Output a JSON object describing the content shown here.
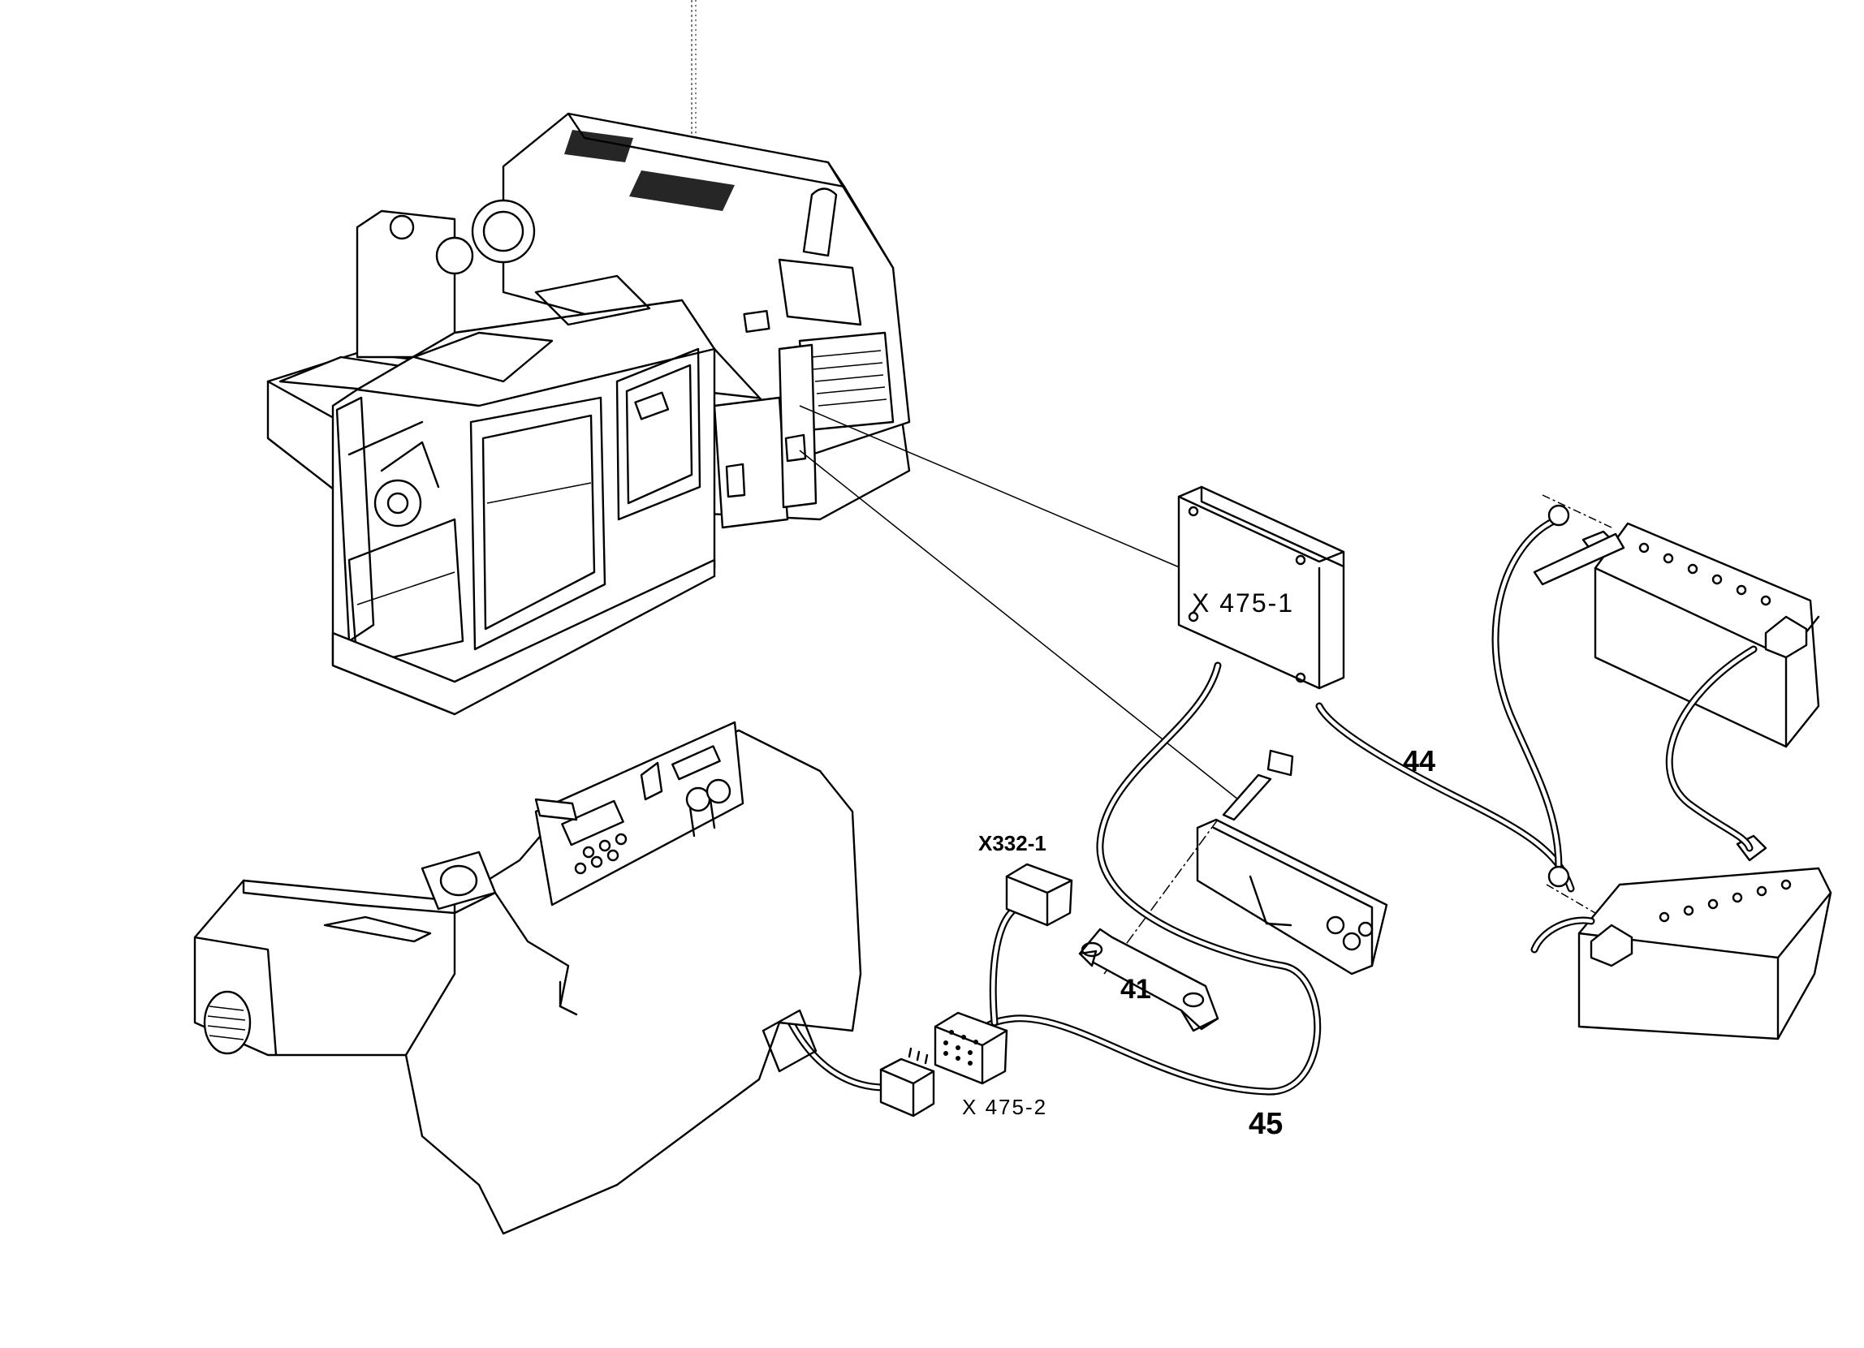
{
  "labels": {
    "connector_x475_1": "X 475-1",
    "connector_x332_1": "X332-1",
    "connector_x475_2": "X 475-2",
    "part_41": "41",
    "part_44": "44",
    "part_45": "45"
  }
}
